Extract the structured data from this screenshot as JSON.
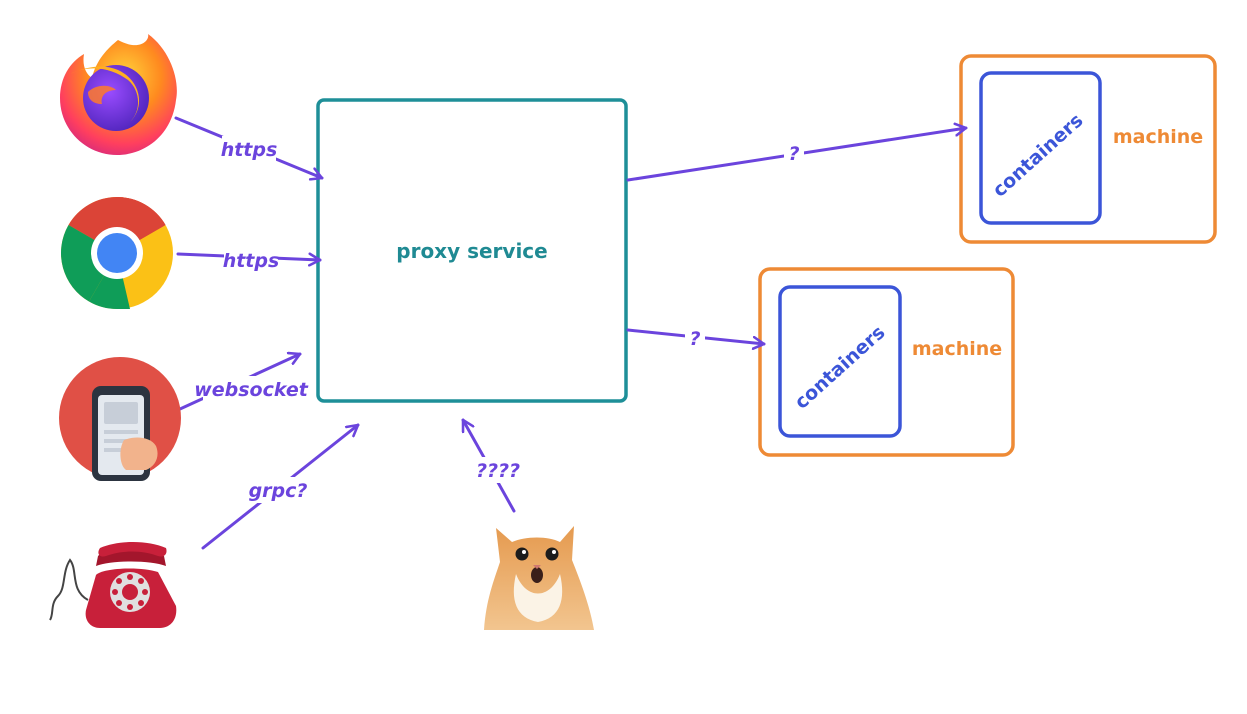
{
  "colors": {
    "arrow": "#6b44dd",
    "proxy_box": "#1e8f98",
    "machine_box": "#ee8a35",
    "containers_box": "#3b55d8"
  },
  "proxy": {
    "label": "proxy service"
  },
  "clients": [
    {
      "icon": "firefox-icon",
      "protocol": "https"
    },
    {
      "icon": "chrome-icon",
      "protocol": "https"
    },
    {
      "icon": "mobile-phone-icon",
      "protocol": "websocket"
    },
    {
      "icon": "rotary-telephone-icon",
      "protocol": "grpc?"
    },
    {
      "icon": "cat-icon",
      "protocol": "????"
    }
  ],
  "machines": [
    {
      "label": "machine",
      "containers_label": "containers",
      "link_label": "?"
    },
    {
      "label": "machine",
      "containers_label": "containers",
      "link_label": "?"
    }
  ]
}
